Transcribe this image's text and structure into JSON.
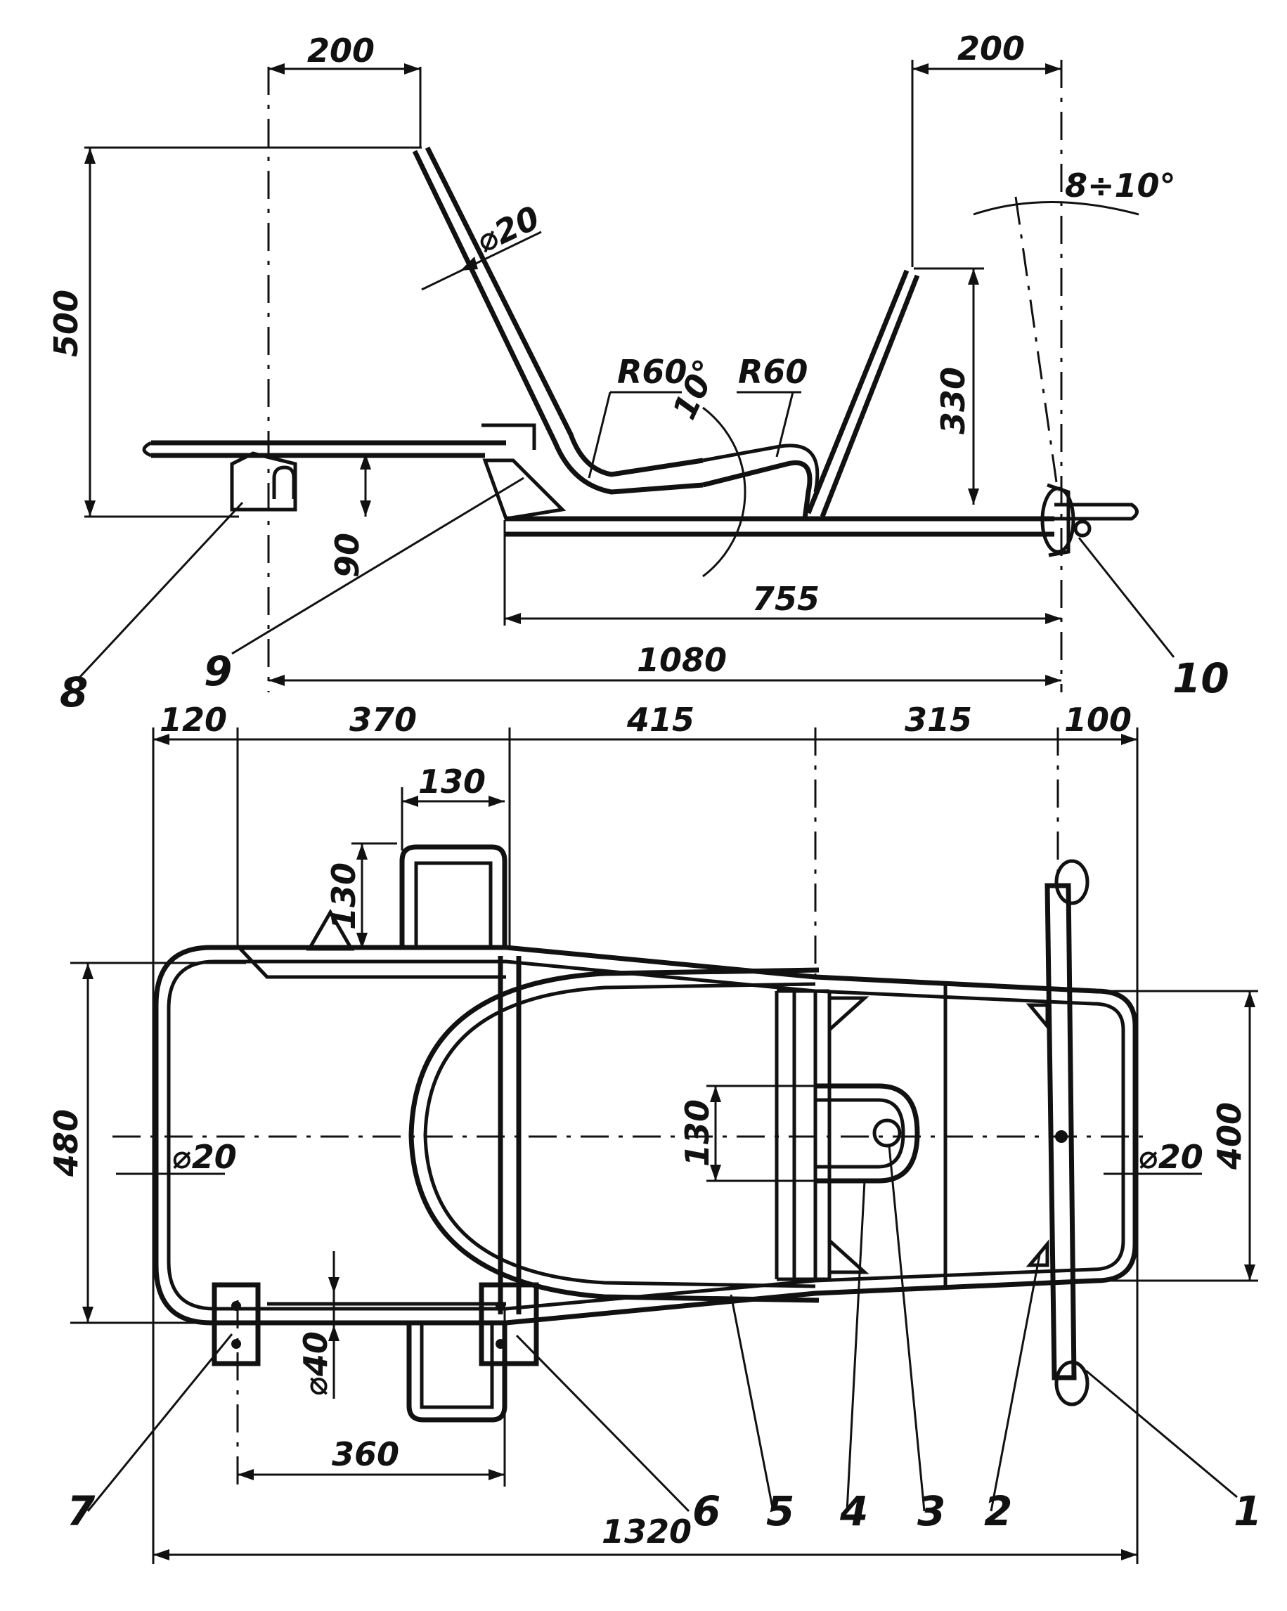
{
  "side_view": {
    "dims": {
      "top_left_width": "200",
      "top_right_width": "200",
      "height_total": "500",
      "tube_diameter": "⌀20",
      "radius_left": "R60",
      "radius_right": "R60",
      "seat_angle": "10°",
      "right_height": "330",
      "rest_angle": "8÷10°",
      "rail_height": "90",
      "rear_length": "755",
      "overall_length": "1080"
    },
    "callouts": [
      "8",
      "9",
      "10"
    ]
  },
  "plan_view": {
    "dims": {
      "seg_1": "120",
      "seg_2": "370",
      "seg_3": "415",
      "seg_4": "315",
      "seg_5": "100",
      "handle_width": "130",
      "handle_height": "130",
      "width_left": "480",
      "tube_left": "⌀20",
      "stirrup_width": "130",
      "tube_right": "⌀20",
      "width_right": "400",
      "hole_diameter": "⌀40",
      "pad_spacing": "360",
      "overall_length": "1320"
    },
    "callouts": [
      "7",
      "6",
      "5",
      "4",
      "3",
      "2",
      "1"
    ]
  }
}
